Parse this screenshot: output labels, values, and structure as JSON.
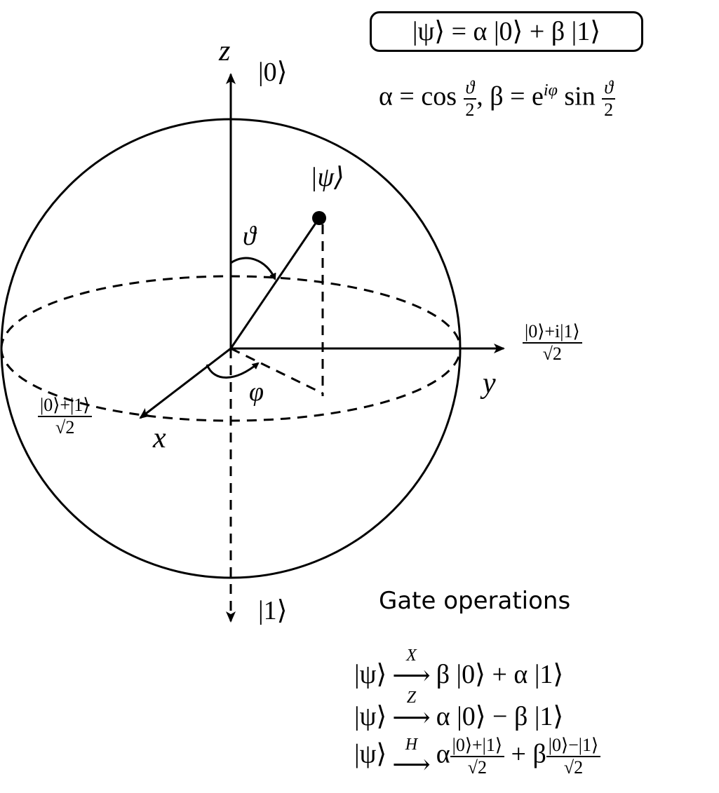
{
  "state_equation": "|ψ⟩ = α |0⟩ + β |1⟩",
  "coefficients": {
    "alpha_lhs": "α = cos",
    "half_num": "ϑ",
    "half_den": "2",
    "beta_lhs": ", β = e",
    "beta_exp": "iφ",
    "sin": " sin"
  },
  "axes": {
    "z": "z",
    "x": "x",
    "y": "y",
    "zero_ket": "|0⟩",
    "one_ket": "|1⟩",
    "x_state_num": "|0⟩+|1⟩",
    "x_state_den": "√2",
    "y_state_num": "|0⟩+i|1⟩",
    "y_state_den": "√2"
  },
  "state_vector_label": "|ψ⟩",
  "theta_label": "ϑ",
  "phi_label": "φ",
  "gates": {
    "title": "Gate operations",
    "rows": [
      {
        "lhs": "|ψ⟩",
        "gate": "X",
        "rhs": "β |0⟩ + α |1⟩"
      },
      {
        "lhs": "|ψ⟩",
        "gate": "Z",
        "rhs": "α |0⟩ − β |1⟩"
      },
      {
        "lhs": "|ψ⟩",
        "gate": "H",
        "rhs_a": "α",
        "frac1_num": "|0⟩+|1⟩",
        "frac1_den": "√2",
        "plus": " + β",
        "frac2_num": "|0⟩−|1⟩",
        "frac2_den": "√2"
      }
    ],
    "arrow": "⟶"
  }
}
